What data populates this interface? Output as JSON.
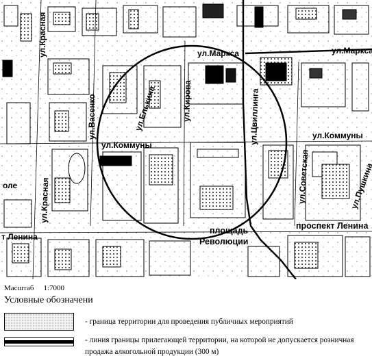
{
  "map": {
    "streets": {
      "krasnaya_north": "ул.Красная",
      "marksa": "ул.Маркса",
      "marksa_east": "ул.Маркса",
      "vasenko": "ул.Васенко",
      "elkina": "ул.Елькина",
      "kirova": "ул.Кирова",
      "tsvillinga": "ул.Цвиллинга",
      "kommuny_west": "ул.Коммуны",
      "kommuny_east": "ул.Коммуны",
      "sovetskaya": "ул.Советская",
      "pushkina": "ул.Пушкина",
      "krasnaya_south": "ул.Красная",
      "ole_fragment": "оле",
      "lenina_west": "т Ленина",
      "lenina_prospect": "проспект Ленина",
      "ploshchad_line1": "площадь",
      "ploshchad_line2": "Революции"
    }
  },
  "scale": {
    "label": "Масштаб",
    "value": "1:7000"
  },
  "legend": {
    "title": "Условные обозначени",
    "items": [
      {
        "text": "- граница территории для проведения публичных мероприятий"
      },
      {
        "text_line1": "- линия границы прилегающей территории, на которой не допускается розничная",
        "text_line2": "продажа алкогольной продукции (300 м)"
      }
    ]
  }
}
